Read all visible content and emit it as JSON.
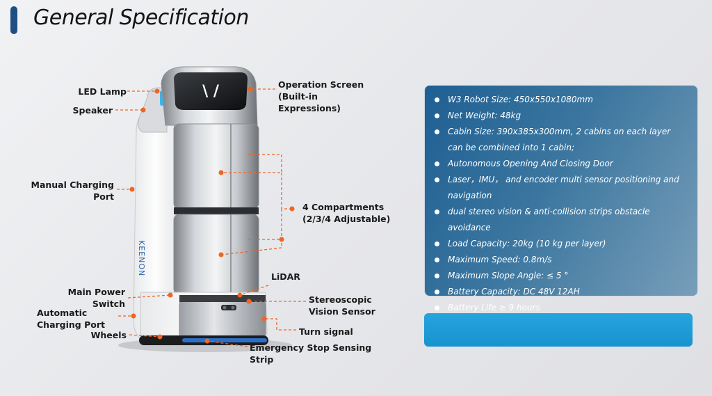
{
  "page": {
    "title": "General Specification"
  },
  "colors": {
    "accent_orange": "#f06522",
    "title_bar": "#1f4f82",
    "spec_panel": "#2e6b99",
    "blue_bar": "#1f9bd7"
  },
  "figure": {
    "screen_expression": "\\ /",
    "brand_text": "KEENON",
    "labels": {
      "led_lamp": "LED Lamp",
      "speaker": "Speaker",
      "manual_charging_port": "Manual Charging\nPort",
      "main_power_switch": "Main Power\nSwitch",
      "automatic_charging_port": "Automatic\nCharging Port",
      "wheels": "Wheels",
      "operation_screen": "Operation Screen\n(Built-in\nExpressions)",
      "compartments": "4 Compartments\n(2/3/4 Adjustable)",
      "lidar": "LiDAR",
      "stereoscopic_sensor": "Stereoscopic\nVision Sensor",
      "turn_signal": "Turn signal",
      "emergency_stop": "Emergency Stop Sensing\nStrip"
    }
  },
  "specs": [
    "W3 Robot Size: 450x550x1080mm",
    "Net Weight: 48kg",
    "Cabin Size: 390x385x300mm, 2 cabins on each layer can be combined into 1 cabin;",
    "Autonomous Opening And Closing Door",
    "Laser，IMU，  and encoder multi sensor positioning and navigation",
    "dual stereo vision & anti-collision strips obstacle avoidance",
    "Load Capacity: 20kg (10 kg per layer)",
    "Maximum Speed: 0.8m/s",
    "Maximum Slope Angle: ≤ 5 °",
    "Battery Capacity: DC 48V 12AH",
    "Battery Life ≥ 9 hours"
  ]
}
